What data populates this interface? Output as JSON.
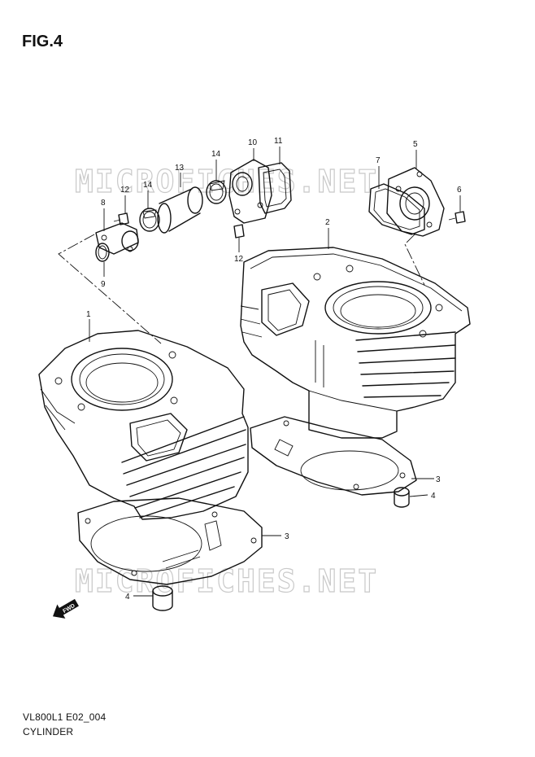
{
  "figure": {
    "title": "FIG.4"
  },
  "watermark": {
    "text": "MICROFICHES.NET"
  },
  "footer": {
    "code": "VL800L1 E02_004",
    "name": "CYLINDER"
  },
  "fwd_badge": {
    "text": "FWD"
  },
  "callouts": {
    "c1": "1",
    "c2": "2",
    "c3a": "3",
    "c3b": "3",
    "c4a": "4",
    "c4b": "4",
    "c5": "5",
    "c6": "6",
    "c7": "7",
    "c8": "8",
    "c9": "9",
    "c10": "10",
    "c11": "11",
    "c12a": "12",
    "c12b": "12",
    "c13": "13",
    "c14a": "14",
    "c14b": "14"
  }
}
